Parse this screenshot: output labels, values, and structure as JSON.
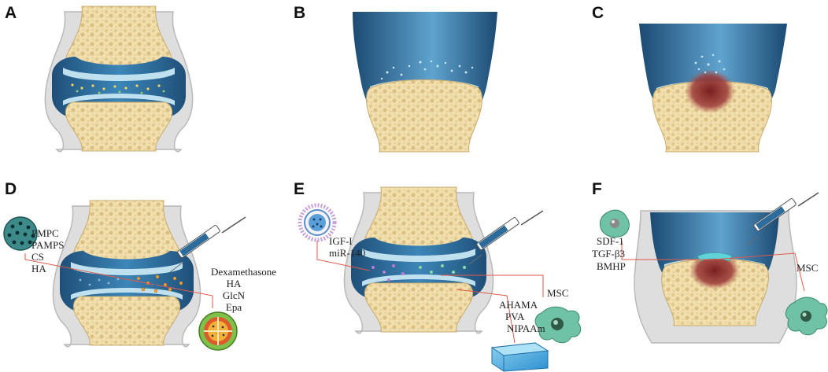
{
  "panels": [
    {
      "letter": "A"
    },
    {
      "letter": "B"
    },
    {
      "letter": "C"
    },
    {
      "letter": "D",
      "left_labels": [
        "PMPC",
        "PAMPS",
        "CS",
        "HA"
      ],
      "right_labels": [
        "Dexamethasone",
        "HA",
        "GlcN",
        "Epa"
      ]
    },
    {
      "letter": "E",
      "top_labels": [
        "IGF-I",
        "miR-140"
      ],
      "cell_label": "MSC",
      "hydrogel_labels": [
        "AHAMA",
        "PVA",
        "NIPAAm"
      ]
    },
    {
      "letter": "F",
      "left_labels": [
        "SDF-1",
        "TGF-β3",
        "BMHP"
      ],
      "cell_label": "MSC"
    }
  ],
  "colors": {
    "bone": "#f2dfae",
    "bone_dark": "#d4b877",
    "synovial": "#2d6b9a",
    "cartilage": "#bfe0ee",
    "capsule": "#dcdcdc",
    "lesion": "#8c2a2a",
    "leader_line": "#e05a4a",
    "cell": "#5fb39a"
  }
}
